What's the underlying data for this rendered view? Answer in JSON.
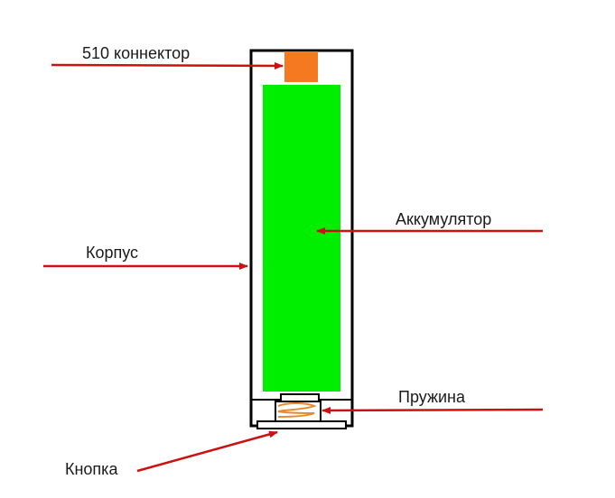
{
  "diagram": {
    "labels": {
      "connector": "510 коннектор",
      "battery": "Аккумулятор",
      "body": "Корпус",
      "spring": "Пружина",
      "button": "Кнопка"
    },
    "colors": {
      "body_outline": "#000000",
      "connector": "#f47920",
      "battery": "#00ee00",
      "spring": "#e8892b",
      "arrow": "#cc1111",
      "text": "#1a1a1a"
    }
  }
}
